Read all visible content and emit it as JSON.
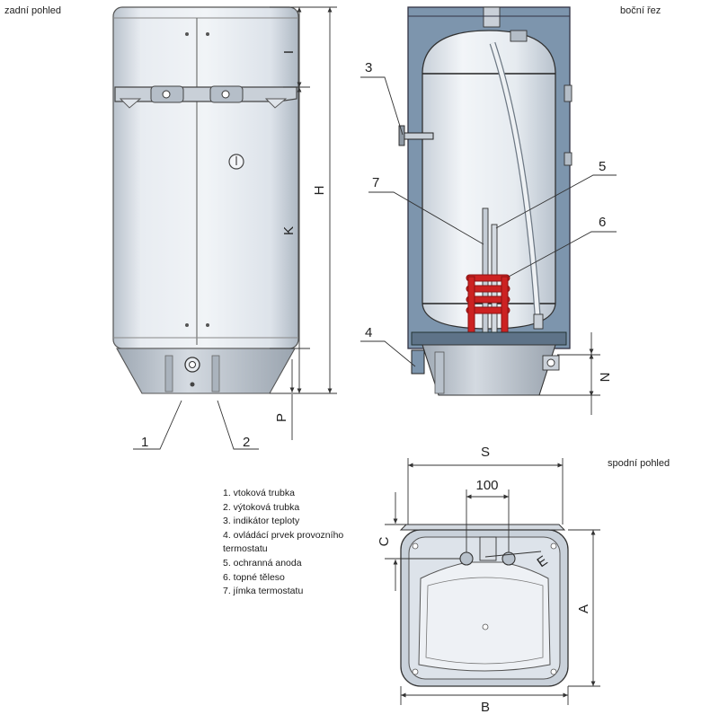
{
  "views": {
    "rear": "zadní pohled",
    "side": "boční řez",
    "bottom": "spodní pohled"
  },
  "dimensions": {
    "I": "I",
    "K": "K",
    "H": "H",
    "P": "P",
    "N": "N",
    "S": "S",
    "d100": "100",
    "C": "C",
    "A": "A",
    "B": "B",
    "E": "E"
  },
  "callouts": {
    "c1": "1",
    "c2": "2",
    "c3": "3",
    "c4": "4",
    "c5": "5",
    "c6": "6",
    "c7": "7"
  },
  "legend": [
    {
      "text": "1. vtoková trubka"
    },
    {
      "text": "2. výtoková trubka"
    },
    {
      "text": "3. indikátor teploty"
    },
    {
      "text": "4. ovládácí prvek provozního",
      "cont": "termostatu"
    },
    {
      "text": "5. ochranná anoda"
    },
    {
      "text": "6. topné těleso"
    },
    {
      "text": "7. jímka termostatu"
    }
  ],
  "colors": {
    "tank_body": "#dde3ea",
    "shell_blue": "#7d95ad",
    "heater": "#cc2222",
    "line": "#333333"
  }
}
